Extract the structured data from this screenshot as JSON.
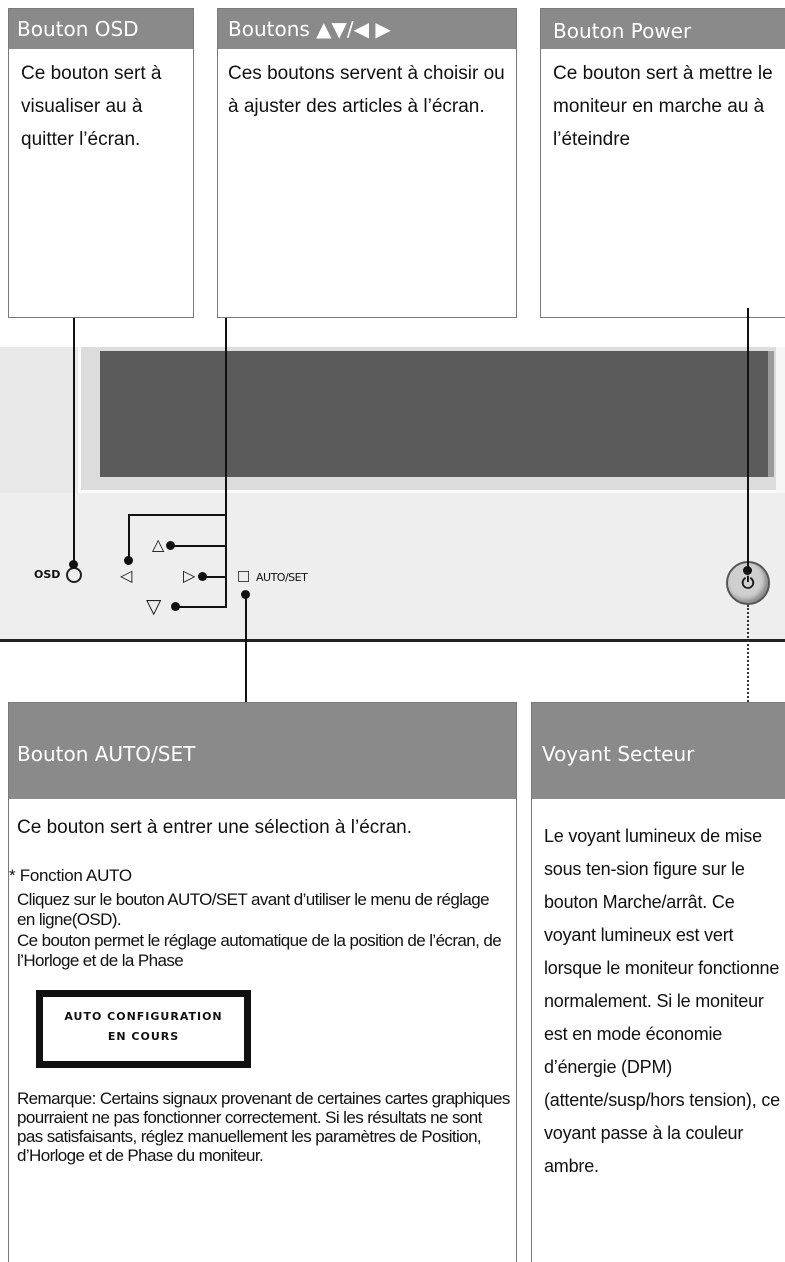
{
  "osd_box": {
    "title": "Bouton OSD",
    "text": "Ce bouton sert à visualiser au à quitter l’écran."
  },
  "arrows_box": {
    "title": "Boutons ▲▼/◀ ▶",
    "text": "Ces boutons servent à choisir ou à ajuster des articles à l’écran."
  },
  "power_box": {
    "title": "Bouton Power",
    "text": "Ce bouton sert à mettre le moniteur en marche au à l’éteindre"
  },
  "panel": {
    "osd_label": "OSD",
    "auto_set_label": "AUTO/SET",
    "power_symbol": "⏻",
    "up_symbol": "△",
    "down_symbol": "▽",
    "left_symbol": "◁",
    "right_symbol": "▷",
    "square_symbol": "□"
  },
  "autoset_box": {
    "title": "Bouton AUTO/SET",
    "intro": "Ce bouton sert à entrer une sélection à l’écran.",
    "function_title": "* Fonction AUTO",
    "function_text_1": "Cliquez sur le bouton AUTO/SET avant d’utiliser le menu de réglage en ligne(OSD).",
    "function_text_2": "Ce bouton permet le réglage automatique de la position de l’écran, de l’Horloge et de la Phase",
    "message_line_1": "AUTO CONFIGURATION",
    "message_line_2": "EN COURS",
    "remark": "Remarque: Certains signaux provenant de certaines cartes graphiques pourraient ne pas fonctionner correctement. Si les résultats ne sont pas satisfaisants, réglez manuellement les paramètres de Position, d’Horloge et de Phase  du moniteur."
  },
  "led_box": {
    "title": "Voyant Secteur",
    "text": "Le voyant lumineux de mise sous ten-sion figure sur le bouton Marche/arrât. Ce voyant lumineux est vert lorsque le moniteur fonctionne normalement. Si le moniteur est en mode économie d’énergie (DPM) (attente/susp/hors tension), ce voyant passe à la couleur ambre."
  }
}
